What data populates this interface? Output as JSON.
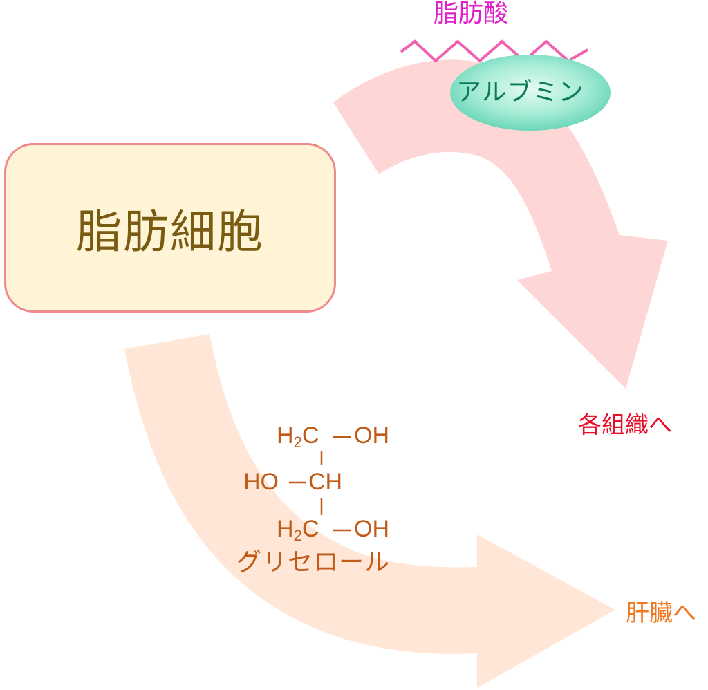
{
  "fat_cell": {
    "label": "脂肪細胞"
  },
  "fatty_acid": {
    "label": "脂肪酸"
  },
  "albumin": {
    "label": "アルブミン"
  },
  "destinations": {
    "tissues": "各組織へ",
    "liver": "肝臓へ"
  },
  "glycerol": {
    "row1_left": "H",
    "row1_sub": "2",
    "row1_c": "C",
    "row1_right": "OH",
    "row2_left": "HO",
    "row2_center": "CH",
    "row3_left": "H",
    "row3_sub": "2",
    "row3_c": "C",
    "row3_right": "OH",
    "name": "グリセロール"
  },
  "colors": {
    "fatty_acid_arrow": "#ffd6d6",
    "glycerol_arrow": "#ffe6d6",
    "fat_cell_fill": "#fff4d6",
    "fat_cell_border": "#f08a8a",
    "albumin_fill": "#7fe0c4",
    "zigzag": "#f060b0"
  }
}
